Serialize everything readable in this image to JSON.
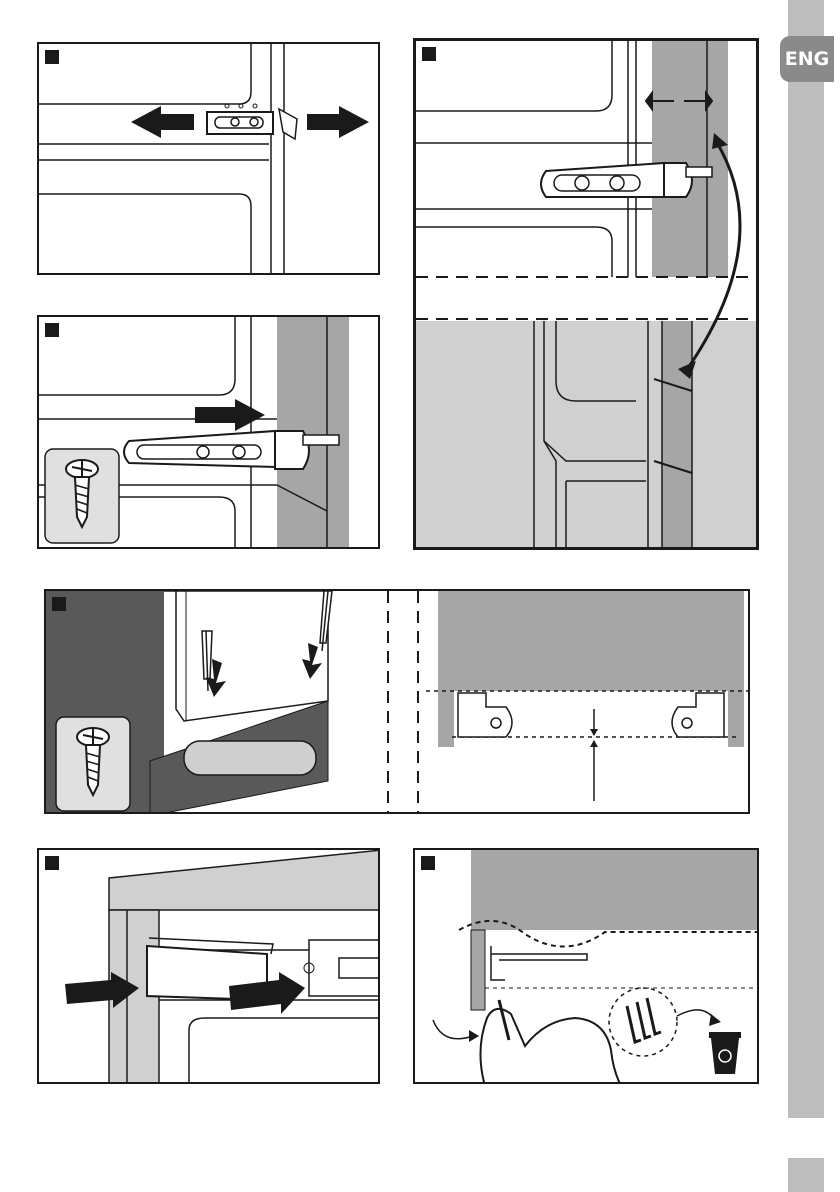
{
  "language_tab": {
    "label": "ENG"
  },
  "colors": {
    "frame": "#1a1a1a",
    "gray_panel": "#a6a6a6",
    "light_gray": "#d0d0d0",
    "sidebar": "#bdbdbd",
    "tab": "#8a8a8a"
  },
  "panels": [
    {
      "id": "step-1",
      "content": "door-rail-arrows-outward"
    },
    {
      "id": "step-2",
      "content": "door-alignment-tolerance"
    },
    {
      "id": "step-3",
      "content": "bracket-slide-with-screw"
    },
    {
      "id": "step-4",
      "content": "base-screws-and-gap"
    },
    {
      "id": "step-5",
      "content": "cover-push-in"
    },
    {
      "id": "step-6",
      "content": "remove-tool-recycle"
    }
  ],
  "icons": [
    "arrow-left-icon",
    "arrow-right-icon",
    "screw-icon",
    "screwdriver-icon",
    "hand-icon",
    "hex-key-icon",
    "recycle-bin-icon"
  ]
}
